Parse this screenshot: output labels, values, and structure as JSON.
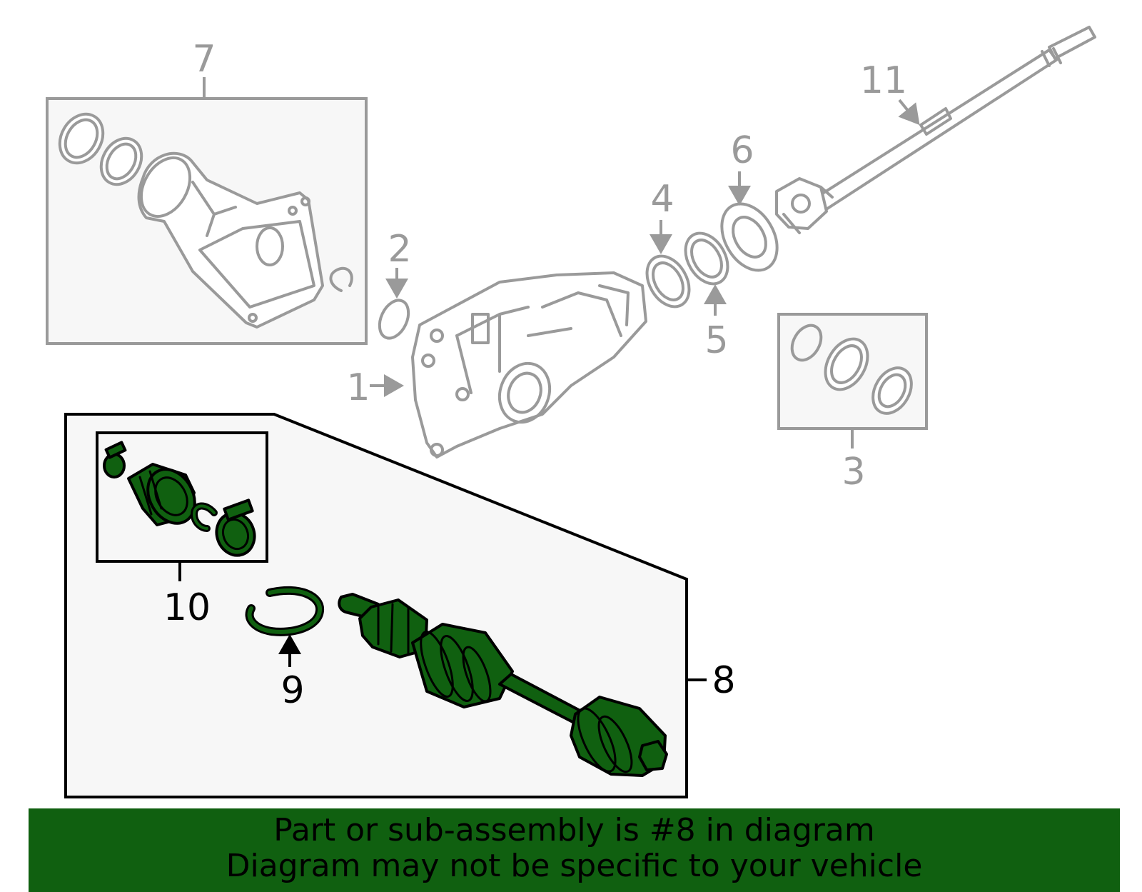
{
  "callouts": {
    "c1": "1",
    "c2": "2",
    "c3": "3",
    "c4": "4",
    "c5": "5",
    "c6": "6",
    "c7": "7",
    "c8": "8",
    "c9": "9",
    "c10": "10",
    "c11": "11"
  },
  "banner": {
    "line1": "Part or sub-assembly is #8 in diagram",
    "line2": "Diagram may not be specific to your vehicle"
  },
  "colors": {
    "highlight": "#106010",
    "outline_grey": "#9a9a9a",
    "inset_bg": "#f7f7f7"
  }
}
